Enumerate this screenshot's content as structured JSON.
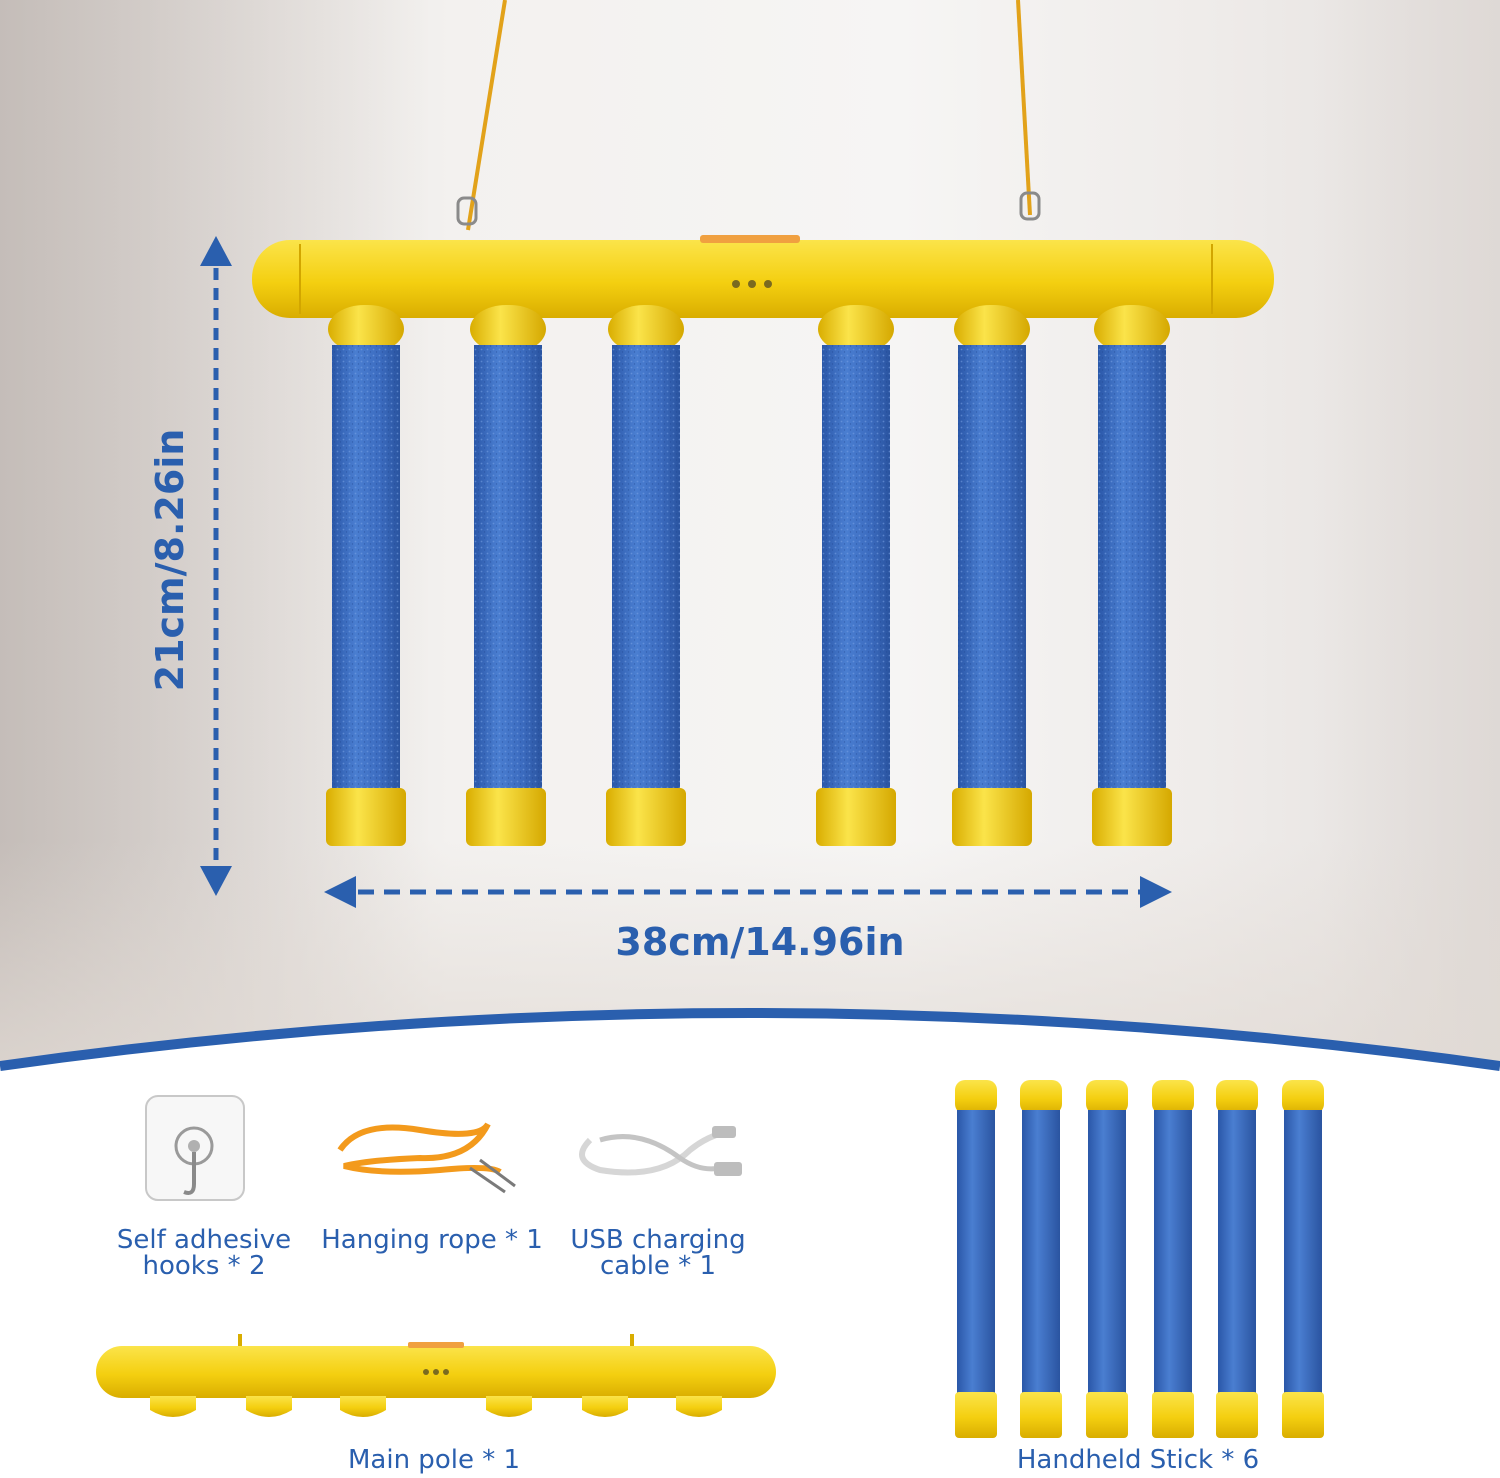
{
  "dimensions": {
    "height_label": "21cm/8.26in",
    "width_label": "38cm/14.96in"
  },
  "accessories": {
    "hooks_line1": "Self adhesive",
    "hooks_line2": "hooks * 2",
    "rope_label": "Hanging rope * 1",
    "cable_line1": "USB charging",
    "cable_line2": "cable * 1",
    "main_pole_label": "Main pole * 1",
    "sticks_label": "Handheld Stick * 6"
  },
  "colors": {
    "accent_blue": "#2a5fae",
    "pole_yellow": "#f7d51e",
    "foam_blue": "#3f6fc4"
  }
}
